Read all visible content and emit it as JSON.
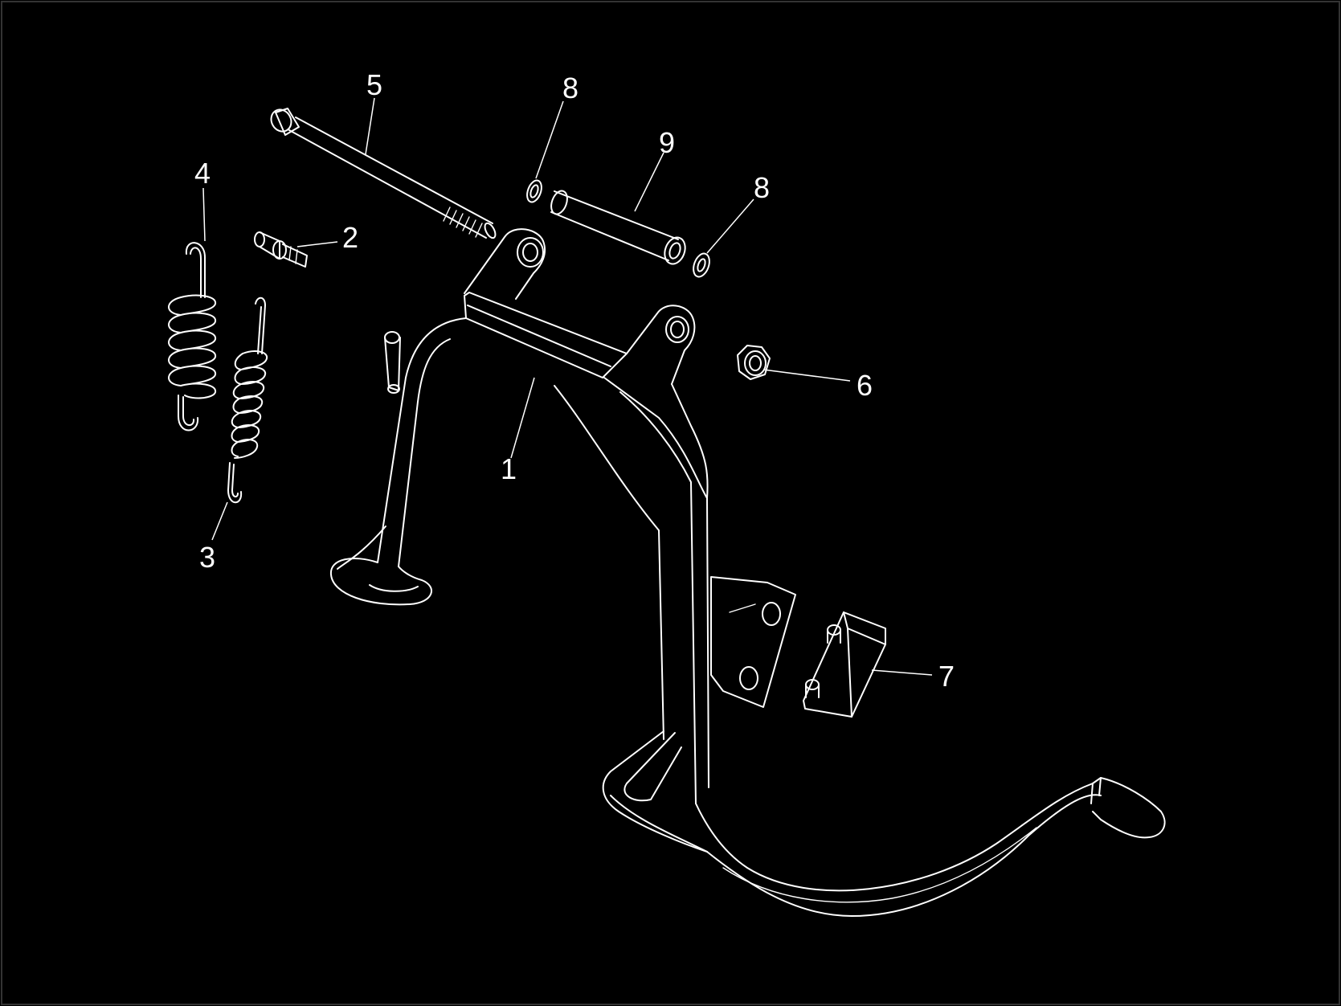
{
  "diagram": {
    "background": "#000000",
    "line_color": "#ffffff",
    "callouts": [
      {
        "id": "1",
        "label": "1",
        "part": "center-stand-frame"
      },
      {
        "id": "2",
        "label": "2",
        "part": "stop-pin"
      },
      {
        "id": "3",
        "label": "3",
        "part": "small-return-spring"
      },
      {
        "id": "4",
        "label": "4",
        "part": "large-return-spring"
      },
      {
        "id": "5",
        "label": "5",
        "part": "pivot-bolt"
      },
      {
        "id": "6",
        "label": "6",
        "part": "lock-nut"
      },
      {
        "id": "7",
        "label": "7",
        "part": "rubber-stopper"
      },
      {
        "id": "8a",
        "label": "8",
        "part": "washer"
      },
      {
        "id": "8b",
        "label": "8",
        "part": "washer"
      },
      {
        "id": "9",
        "label": "9",
        "part": "spacer-tube"
      }
    ]
  }
}
